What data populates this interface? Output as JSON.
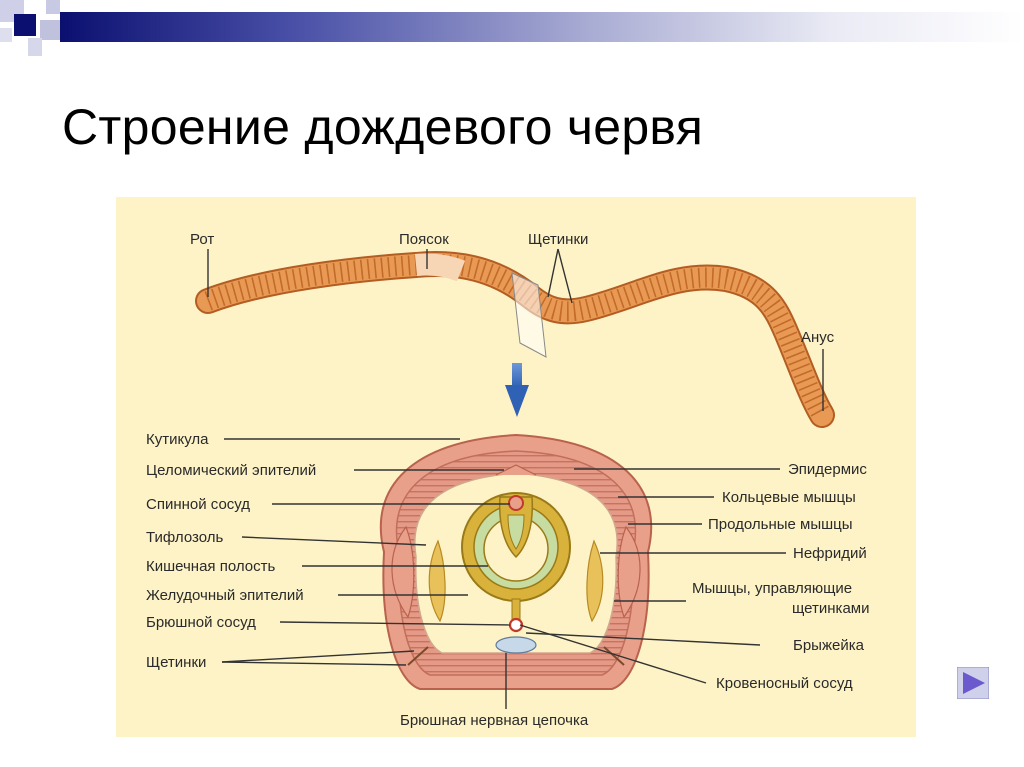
{
  "slide": {
    "title": "Строение дождевого червя"
  },
  "diagram": {
    "worm_labels": {
      "mouth": "Рот",
      "girdle": "Поясок",
      "setae_top": "Щетинки",
      "anus": "Анус"
    },
    "left_labels": [
      "Кутикула",
      "Целомический эпителий",
      "Спинной сосуд",
      "Тифлозоль",
      "Кишечная полость",
      "Желудочный эпителий",
      "Брюшной сосуд",
      "Щетинки"
    ],
    "right_labels": [
      "Эпидермис",
      "Кольцевые мышцы",
      "Продольные мышцы",
      "Нефридий",
      "Мышцы, управляющие",
      "щетинками",
      "Брыжейка",
      "Кровеносный сосуд"
    ],
    "bottom_label": "Брюшная нервная цепочка"
  },
  "colors": {
    "worm_body": "#e89a55",
    "worm_ring": "#c46a2a",
    "girdle": "#f6d6b5",
    "body_wall": "#e8a08a",
    "muscle_ring": "#d97a6a",
    "coelom": "#fdf3c7",
    "gut": "#d9b23b",
    "arrow": "#2f62b5",
    "nav_button": "#6a5acd"
  },
  "nav": {
    "next_icon": "play-triangle-icon"
  }
}
